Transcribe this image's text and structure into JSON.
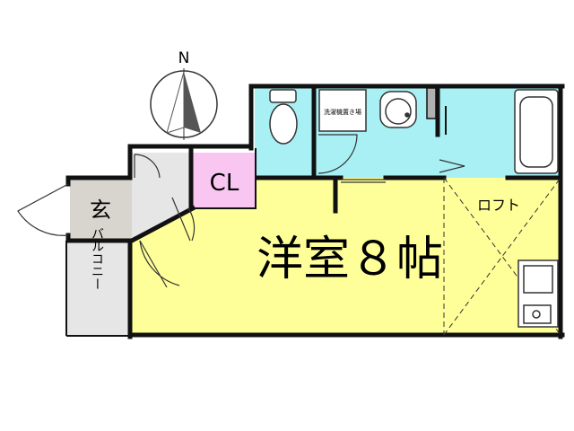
{
  "compass": {
    "north_label": "N"
  },
  "rooms": {
    "entrance": "玄",
    "closet": "CL",
    "washer_space": "洗濯機置き場",
    "western_room": "洋室８帖",
    "loft": "ロフト",
    "balcony": "バルコニー"
  },
  "colors": {
    "western_room": "#ffff99",
    "wet_area": "#a8f0f4",
    "closet": "#f9c6f2",
    "entrance": "#d8d5cf",
    "hallway": "#e6e6e6",
    "balcony": "#e6e6e6",
    "wall": "#111111"
  },
  "icons": [
    "compass-icon",
    "toilet-icon",
    "sink-icon",
    "bathtub-icon",
    "stove-icon",
    "door-swing-icon"
  ]
}
